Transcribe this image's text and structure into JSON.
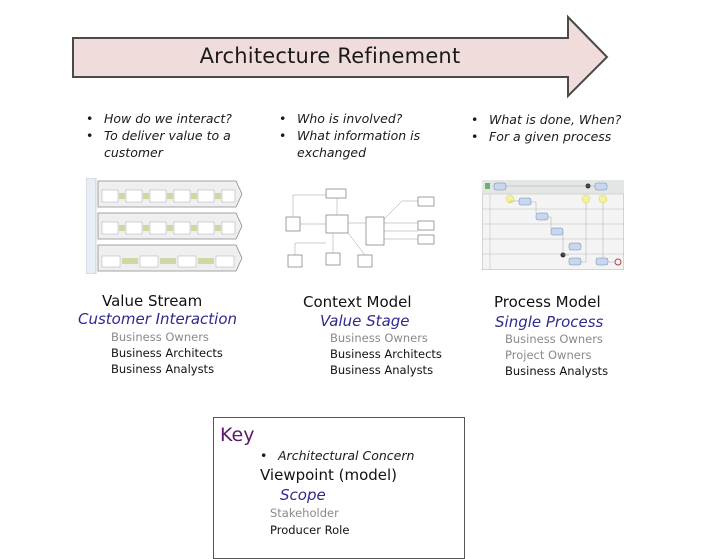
{
  "banner": {
    "title": "Architecture Refinement",
    "colors": {
      "fill": "#f1dcdc",
      "stroke": "#4a4a4a"
    }
  },
  "columns": [
    {
      "concerns": [
        "How do we interact?",
        "To deliver value to a customer"
      ],
      "viewpoint": "Value Stream",
      "scope": "Customer Interaction",
      "roles": [
        {
          "label": "Business Owners",
          "type": "stakeholder"
        },
        {
          "label": "Business Architects",
          "type": "producer"
        },
        {
          "label": "Business Analysts",
          "type": "producer"
        }
      ],
      "thumbnail": "value-stream-diagram"
    },
    {
      "concerns": [
        "Who is involved?",
        "What information is exchanged"
      ],
      "viewpoint": "Context Model",
      "scope": "Value Stage",
      "roles": [
        {
          "label": "Business Owners",
          "type": "stakeholder"
        },
        {
          "label": "Business Architects",
          "type": "producer"
        },
        {
          "label": "Business Analysts",
          "type": "producer"
        }
      ],
      "thumbnail": "context-model-diagram"
    },
    {
      "concerns": [
        "What is done, When?",
        "For a given process"
      ],
      "viewpoint": "Process Model",
      "scope": "Single Process",
      "roles": [
        {
          "label": "Business Owners",
          "type": "stakeholder"
        },
        {
          "label": "Project Owners",
          "type": "stakeholder"
        },
        {
          "label": "Business Analysts",
          "type": "producer"
        }
      ],
      "thumbnail": "process-model-diagram"
    }
  ],
  "key": {
    "title": "Key",
    "concern": "Architectural Concern",
    "viewpoint": "Viewpoint (model)",
    "scope": "Scope",
    "stakeholder": "Stakeholder",
    "producer": "Producer Role"
  },
  "colors": {
    "scope": "#2f2a8c",
    "stakeholder": "#8a8a8a",
    "producer": "#111111",
    "key_title": "#5b1a6b"
  }
}
